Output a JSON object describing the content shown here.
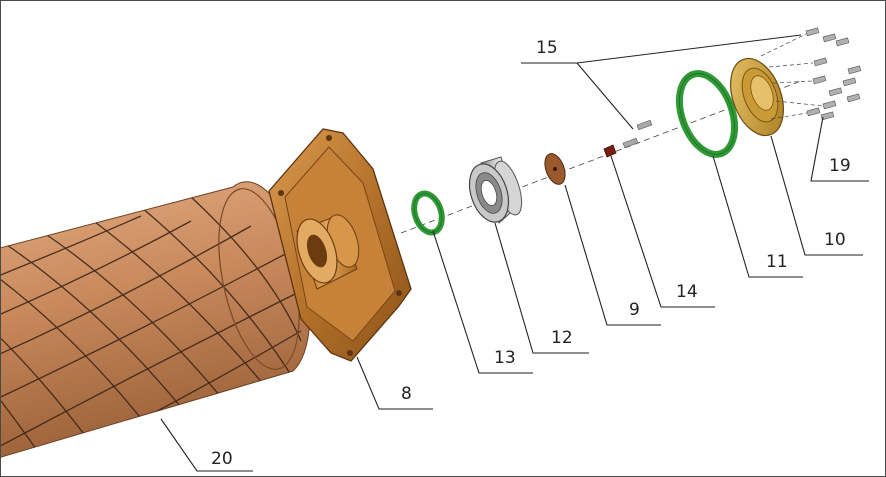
{
  "callouts": {
    "c20": "20",
    "c8": "8",
    "c13": "13",
    "c12": "12",
    "c9": "9",
    "c14": "14",
    "c11": "11",
    "c10": "10",
    "c19": "19",
    "c15": "15"
  },
  "colors": {
    "copper": "#c98a5c",
    "bronze": "#b5722a",
    "green_ring": "#2f9a35",
    "brass_cap": "#d2a640",
    "steel_bearing": "#b8b8b8",
    "red_key": "#7a1e12"
  }
}
